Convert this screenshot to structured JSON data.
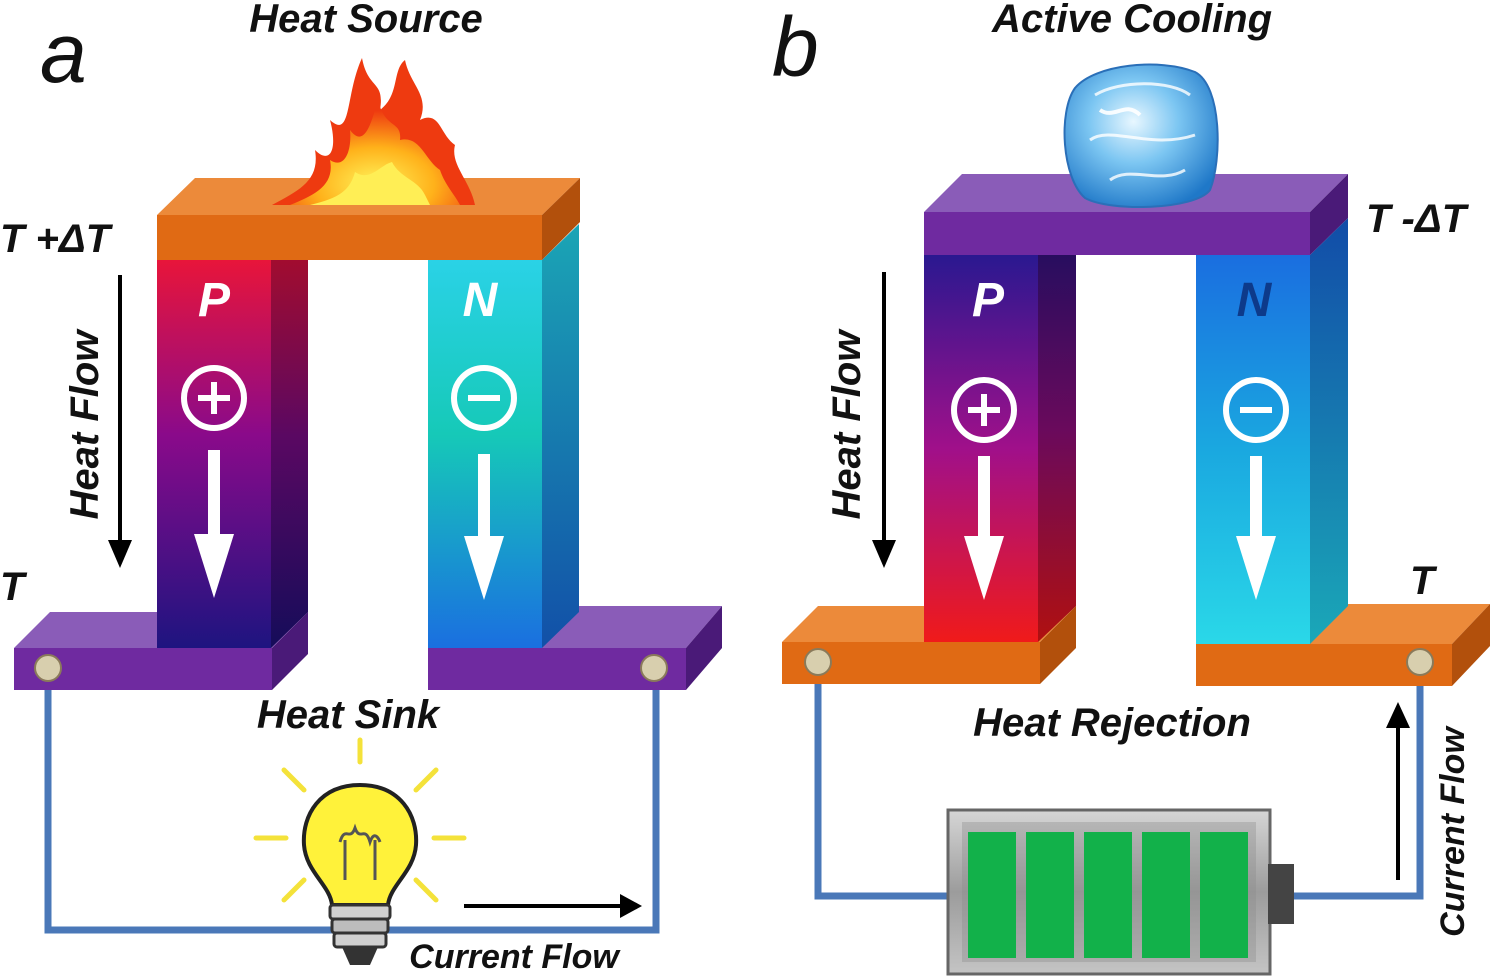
{
  "panel_a": {
    "letter": "a",
    "top_label": "Heat Source",
    "bottom_label": "Heat Sink",
    "hot_temp_label": "T +ΔT",
    "cold_temp_label": "T",
    "heat_flow_label": "Heat Flow",
    "current_flow_label": "Current Flow",
    "p_leg_label": "P",
    "n_leg_label": "N",
    "load": "light-bulb-icon",
    "top_element": "flame-icon"
  },
  "panel_b": {
    "letter": "b",
    "top_label": "Active Cooling",
    "bottom_label": "Heat Rejection",
    "cold_temp_label": "T -ΔT",
    "warm_temp_label": "T",
    "heat_flow_label": "Heat Flow",
    "current_flow_label": "Current Flow",
    "p_leg_label": "P",
    "n_leg_label": "N",
    "source": "battery-icon",
    "top_element": "ice-cube-icon"
  },
  "colors": {
    "orange": "#e06a14",
    "purple": "#6f2aa0",
    "wire": "#4a78b8",
    "battery_cell": "#12b14a"
  }
}
